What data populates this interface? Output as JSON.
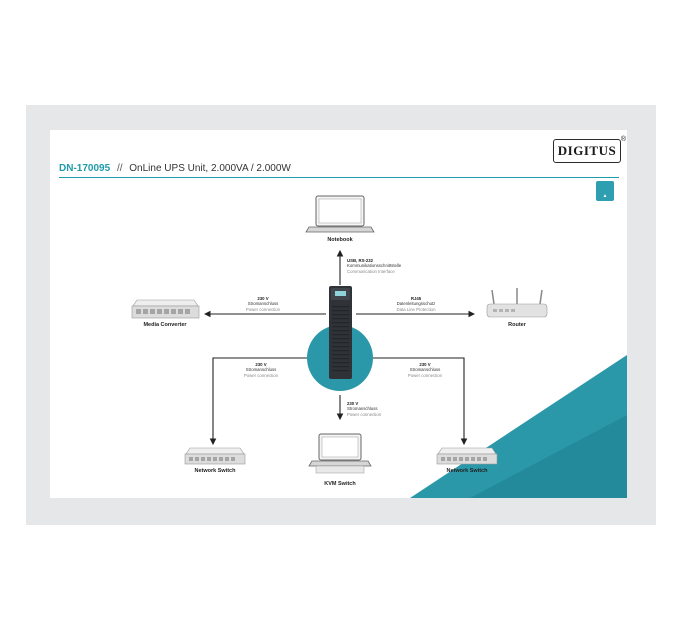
{
  "header": {
    "product_code": "DN-170095",
    "separator": "//",
    "description": "OnLine UPS Unit, 2.000VA / 2.000W",
    "logo_text": "DIGITUS",
    "logo_mark": "®"
  },
  "devices": {
    "notebook": "Notebook",
    "media_converter": "Media Converter",
    "router": "Router",
    "network_switch_left": "Network Switch",
    "kvm_switch": "KVM Switch",
    "network_switch_right": "Network Switch"
  },
  "connections": {
    "top": {
      "l1": "USB, RS-232",
      "l2": "Kommunikationsschnittstelle",
      "l3": "Communication Interface"
    },
    "left": {
      "l1": "230 V",
      "l2": "Stromanschluss",
      "l3": "Power connection"
    },
    "right": {
      "l1": "RJ45",
      "l2": "Datenleitungsschutz",
      "l3": "Data Line Protection"
    },
    "lower_left": {
      "l1": "230 V",
      "l2": "Stromanschluss",
      "l3": "Power connection"
    },
    "lower_right": {
      "l1": "230 V",
      "l2": "Stromanschluss",
      "l3": "Power connection"
    },
    "bottom": {
      "l1": "230 V",
      "l2": "Stromanschluss",
      "l3": "Power connection"
    }
  },
  "colors": {
    "accent": "#1f9bab",
    "teal_circle": "#2a98a8",
    "ups_body": "#2f3338",
    "frame": "#e6e7e8",
    "arrow": "#222222"
  },
  "icons": [
    "notebook-icon",
    "media-converter-icon",
    "router-icon",
    "switch-icon",
    "kvm-switch-icon",
    "ups-tower-icon",
    "badge-icon"
  ]
}
